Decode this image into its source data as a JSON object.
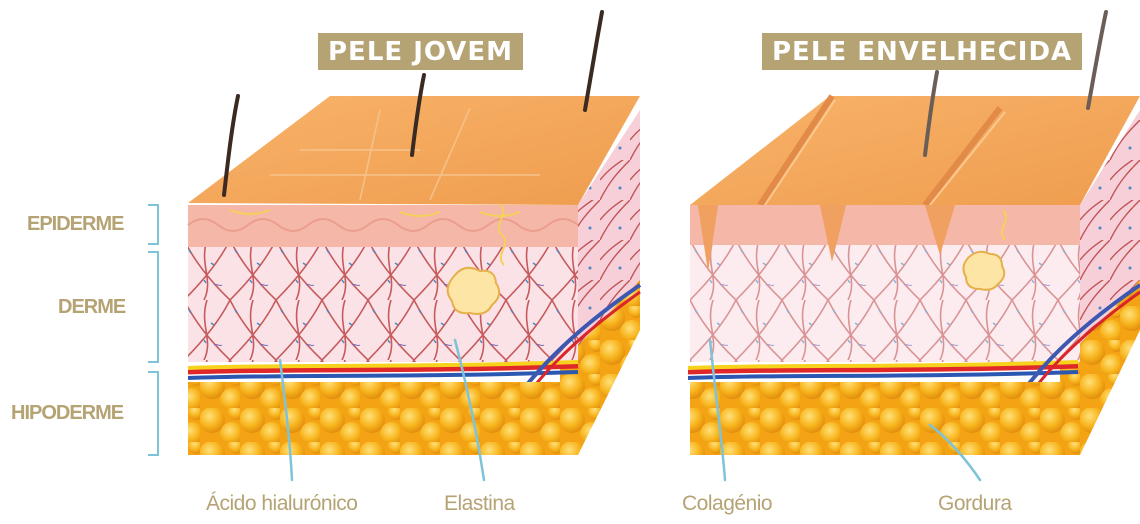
{
  "titles": {
    "young": "PELE JOVEM",
    "aged": "PELE ENVELHECIDA"
  },
  "layers": {
    "epidermis": "EPIDERME",
    "dermis": "DERME",
    "hypodermis": "HIPODERME"
  },
  "callouts": {
    "hyaluronic": "Ácido hialurónico",
    "elastin": "Elastina",
    "collagen": "Colagénio",
    "fat": "Gordura"
  },
  "colors": {
    "accent": "#b5a374",
    "bracket": "#7ec3da",
    "skin_top": "#f2a45a",
    "epidermis": "#f4b7a8",
    "dermis": "#f8dde0",
    "fat": "#f6b01c",
    "fiber": "#c0504d",
    "hair": "#3a2a22"
  }
}
